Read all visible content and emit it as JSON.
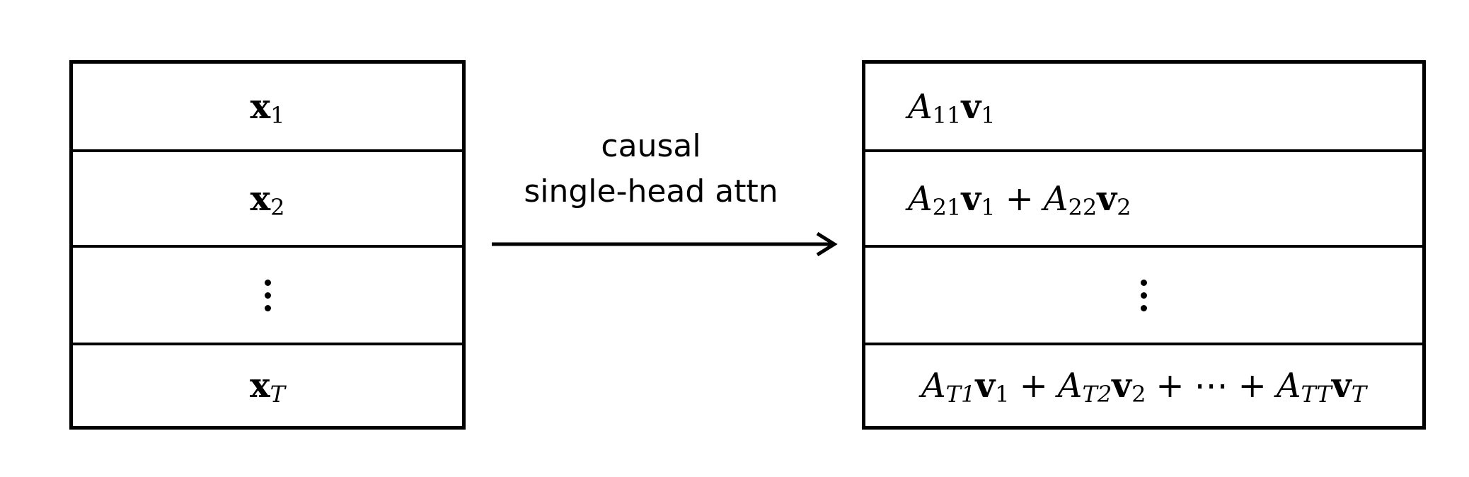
{
  "label": {
    "line1": "causal",
    "line2": "single-head attn"
  },
  "input_rows": [
    {
      "var": "x",
      "sub": "1"
    },
    {
      "var": "x",
      "sub": "2"
    },
    {
      "vdots": true
    },
    {
      "var": "x",
      "sub": "T"
    }
  ],
  "output_rows": [
    {
      "terms": [
        {
          "coef": "A",
          "coef_sub": "11",
          "var": "v",
          "var_sub": "1"
        }
      ]
    },
    {
      "terms": [
        {
          "coef": "A",
          "coef_sub": "21",
          "var": "v",
          "var_sub": "1"
        },
        {
          "op": "+"
        },
        {
          "coef": "A",
          "coef_sub": "22",
          "var": "v",
          "var_sub": "2"
        }
      ]
    },
    {
      "vdots": true
    },
    {
      "terms": [
        {
          "coef": "A",
          "coef_sub": "T1",
          "var": "v",
          "var_sub": "1"
        },
        {
          "op": "+"
        },
        {
          "coef": "A",
          "coef_sub": "T2",
          "var": "v",
          "var_sub": "2"
        },
        {
          "op": "+"
        },
        {
          "ellipsis": "⋯"
        },
        {
          "op": "+"
        },
        {
          "coef": "A",
          "coef_sub": "TT",
          "var": "v",
          "var_sub": "T"
        }
      ]
    }
  ]
}
